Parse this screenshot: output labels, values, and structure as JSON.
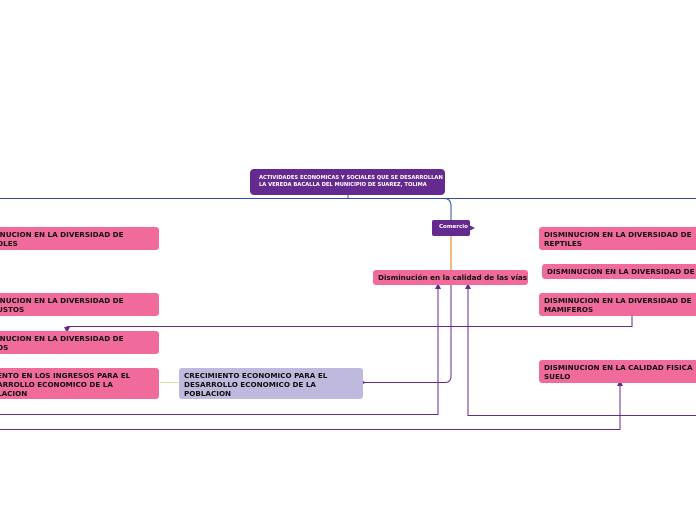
{
  "root": {
    "line1": "ACTIVIDADES ECONOMICAS Y SOCIALES QUE SE DESARROLLAN EN",
    "line2": "LA VEREDA BACALLA DEL MUNICIPIO DE SUAREZ, TOLIMA"
  },
  "hub": {
    "label": "Comercio"
  },
  "left": {
    "n1": {
      "line1": "INUCION EN LA DIVERSIDAD DE",
      "line2": "OLES"
    },
    "n2": {
      "line1": "INUCION EN LA DIVERSIDAD DE",
      "line2": "USTOS"
    },
    "n3": {
      "line1": "INUCION EN LA DIVERSIDAD DE",
      "line2": "OS"
    },
    "n4": {
      "line1": "ENTO EN LOS INGRESOS PARA EL",
      "line2": "ARROLLO ECONOMICO DE LA",
      "line3": "LACION"
    }
  },
  "center": {
    "vias": {
      "label": "Disminución en la calidad de las vías"
    },
    "crec": {
      "line1": "CRECIMIENTO ECONOMICO PARA EL",
      "line2": "DESARROLLO ECONOMICO DE LA",
      "line3": "POBLACION"
    }
  },
  "right": {
    "n1": {
      "line1": "DISMINUCION EN LA DIVERSIDAD DE",
      "line2": "REPTILES"
    },
    "n2": {
      "line1": "DISMINUCION EN LA DIVERSIDAD DE"
    },
    "n3": {
      "line1": "DISMINUCION EN LA DIVERSIDAD DE",
      "line2": "MAMIFEROS"
    },
    "n4": {
      "line1": "DISMINUCION EN LA CALIDAD FISICA",
      "line2": "SUELO"
    }
  },
  "colors": {
    "primary": "#652a8e",
    "pink": "#f06b9b",
    "lavender": "#bfb9de",
    "blue": "#2f4f9e",
    "orange": "#e98a2a"
  }
}
